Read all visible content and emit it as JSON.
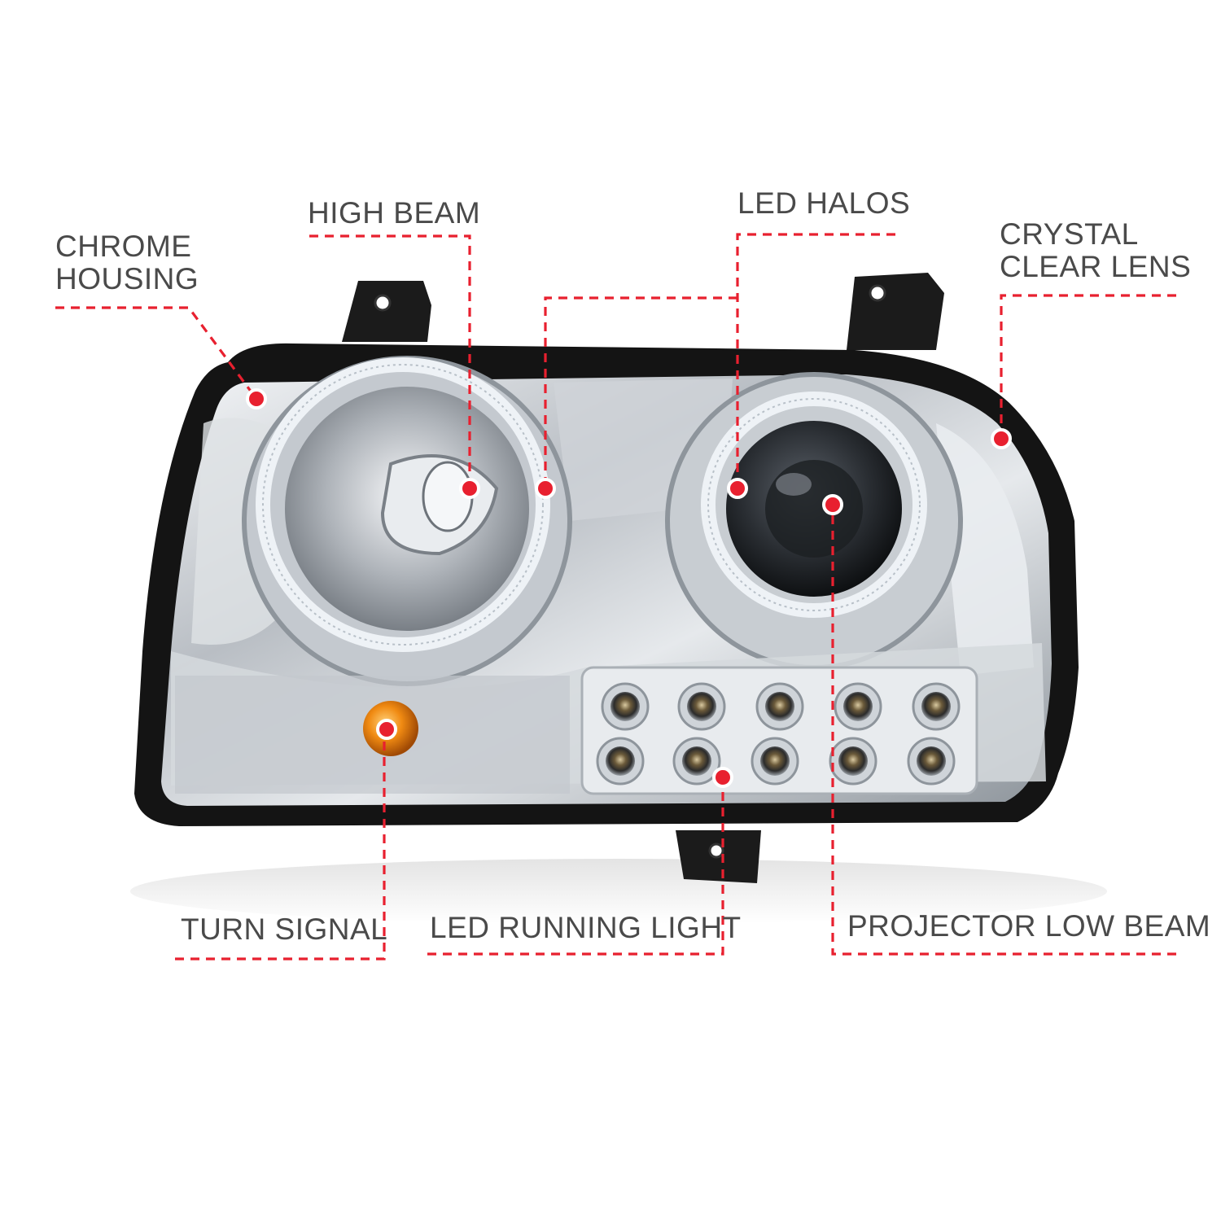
{
  "image": {
    "subject": "headlight",
    "colors": {
      "callout": "#e8202f",
      "label_text": "#4a4a4a",
      "background": "#ffffff",
      "housing_dark": "#141414",
      "chrome": "#c9cdd2",
      "halo": "#eef2f6",
      "turn_signal": "#f08a12"
    }
  },
  "callouts": {
    "chrome_housing": {
      "line1": "CHROME",
      "line2": "HOUSING"
    },
    "high_beam": {
      "text": "HIGH BEAM"
    },
    "led_halos": {
      "text": "LED HALOS"
    },
    "crystal_clear_lens": {
      "line1": "CRYSTAL",
      "line2": "CLEAR LENS"
    },
    "turn_signal": {
      "text": "TURN SIGNAL"
    },
    "led_running_light": {
      "text": "LED RUNNING LIGHT"
    },
    "projector_low_beam": {
      "text": "PROJECTOR LOW BEAM"
    }
  }
}
